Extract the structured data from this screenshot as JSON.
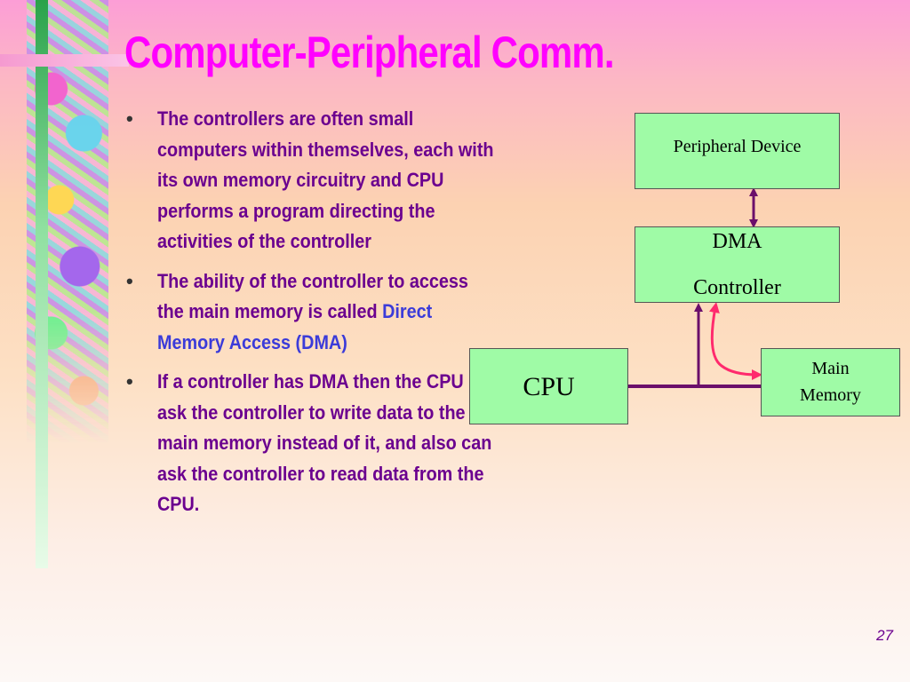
{
  "slide": {
    "title": "Computer-Peripheral Comm.",
    "bullets": [
      {
        "text": "The controllers are often small computers within themselves, each with its own memory circuitry and CPU performs a program directing the activities of the controller"
      },
      {
        "text_before": "The ability of the controller to access the main memory is called ",
        "highlight": "Direct Memory Access (DMA)"
      },
      {
        "text": "If a controller has DMA then the CPU ask the controller to write data to the main memory instead of it, and also can ask the controller to read data from the CPU."
      }
    ],
    "bullet_glyph": "•",
    "page_number": "27"
  },
  "diagram": {
    "peripheral_label": "Peripheral Device",
    "dma_line1": "DMA",
    "dma_line2": "Controller",
    "cpu_label": "CPU",
    "memory_line1": "Main",
    "memory_line2": "Memory"
  },
  "colors": {
    "title": "#ff00ff",
    "body_text": "#6b008f",
    "highlight_text": "#3b3bd9",
    "box_fill": "#9ffba6",
    "bus_line": "#6b0f6b",
    "dma_path": "#ff2a6d"
  }
}
